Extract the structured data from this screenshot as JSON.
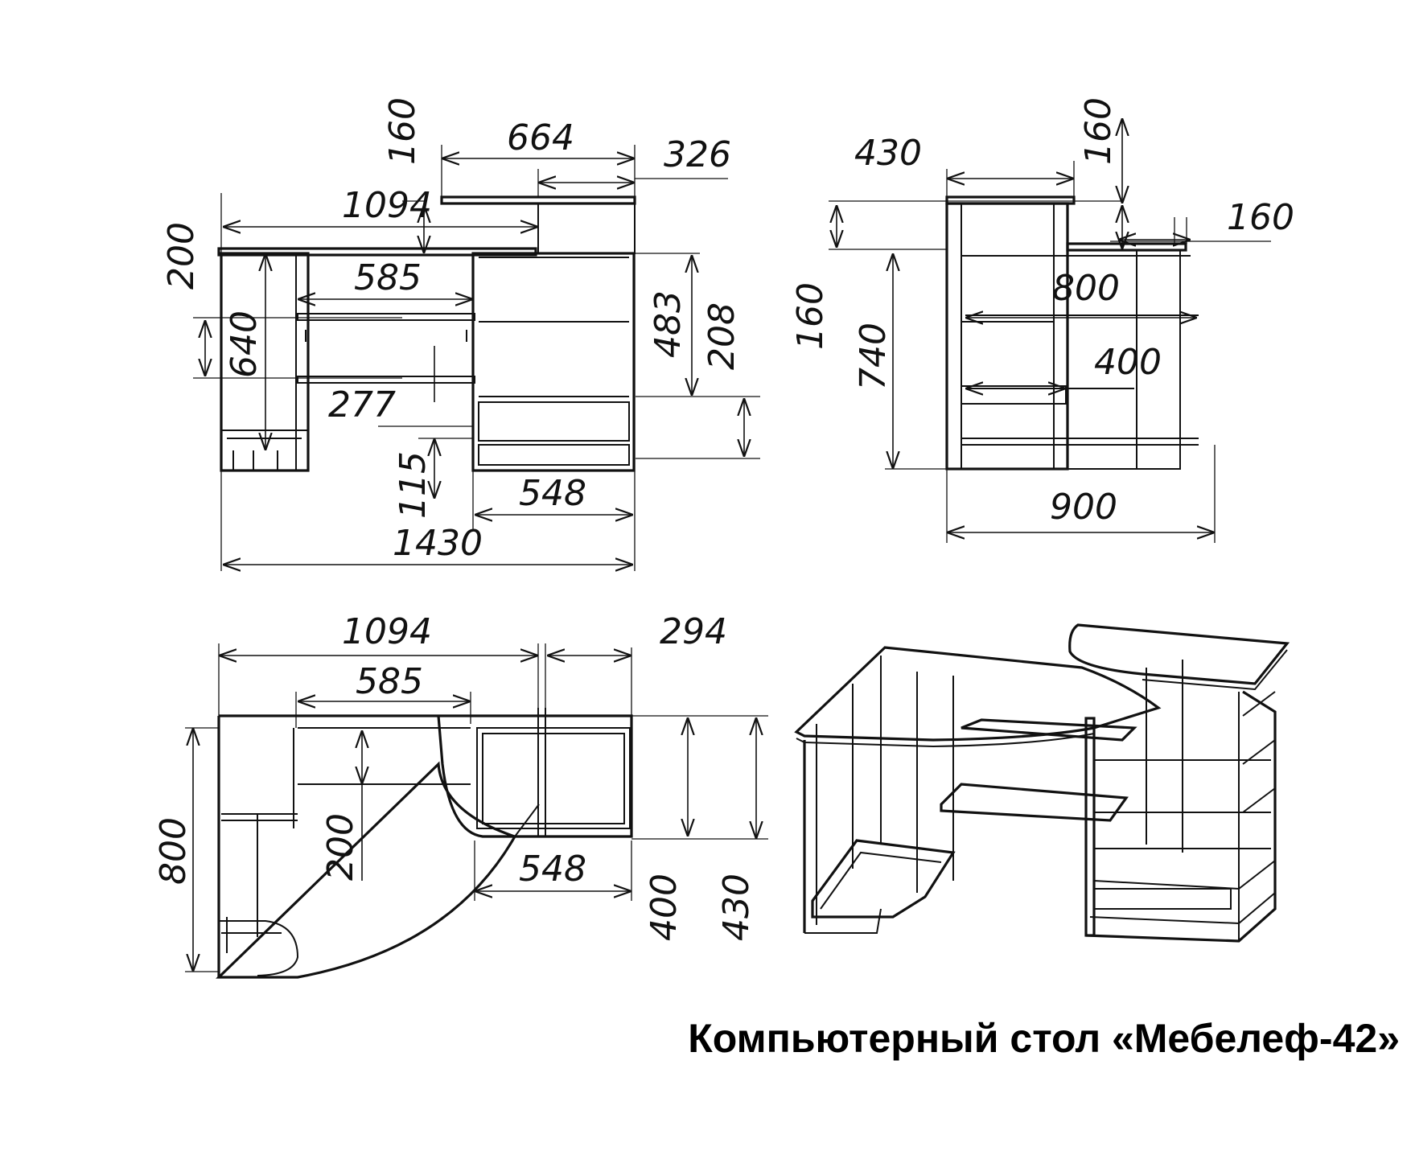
{
  "caption": "Компьютерный стол «Мебелеф-42»",
  "front_view": {
    "d664": "664",
    "d326": "326",
    "d160_top": "160",
    "d1094": "1094",
    "d200": "200",
    "d585": "585",
    "d640": "640",
    "d483": "483",
    "d208": "208",
    "d277": "277",
    "d115": "115",
    "d548": "548",
    "d1430": "1430"
  },
  "side_view": {
    "d430": "430",
    "d160_a": "160",
    "d160_b": "160",
    "d160_c": "160",
    "d800": "800",
    "d740": "740",
    "d400": "400",
    "d900": "900"
  },
  "top_view": {
    "d1094": "1094",
    "d294": "294",
    "d585": "585",
    "d800": "800",
    "d200": "200",
    "d548": "548",
    "d400": "400",
    "d430": "430"
  }
}
